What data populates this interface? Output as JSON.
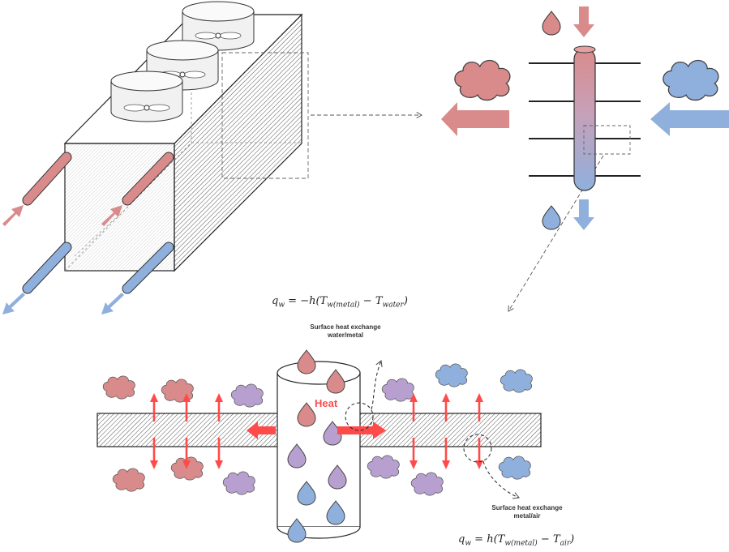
{
  "formulas": {
    "water_lhs": "q",
    "water_lhs_sub": "w",
    "water_eq": " = −h(T",
    "water_sub1": "w(metal)",
    "water_minus": " − T",
    "water_sub2": "water",
    "water_close": ")",
    "air_lhs": "q",
    "air_lhs_sub": "w",
    "air_eq": " = h(T",
    "air_sub1": "w(metal)",
    "air_minus": " − T",
    "air_sub2": "air",
    "air_close": ")"
  },
  "labels": {
    "water_metal_line1": "Surface heat exchange",
    "water_metal_line2": "water/metal",
    "metal_air_line1": "Surface heat exchange",
    "metal_air_line2": "metal/air",
    "heat": "Heat"
  },
  "colors": {
    "hot": "#d98b8b",
    "hot_dark": "#c96d6d",
    "cold": "#8fb0dd",
    "cold_dark": "#6f95cc",
    "mixed": "#b7a0d0",
    "heat_arrow": "#ff4a4a",
    "outline": "#333333"
  },
  "icons": [
    "fan-icon",
    "cloud-icon",
    "droplet-icon",
    "arrow-icon",
    "pipe-icon"
  ]
}
